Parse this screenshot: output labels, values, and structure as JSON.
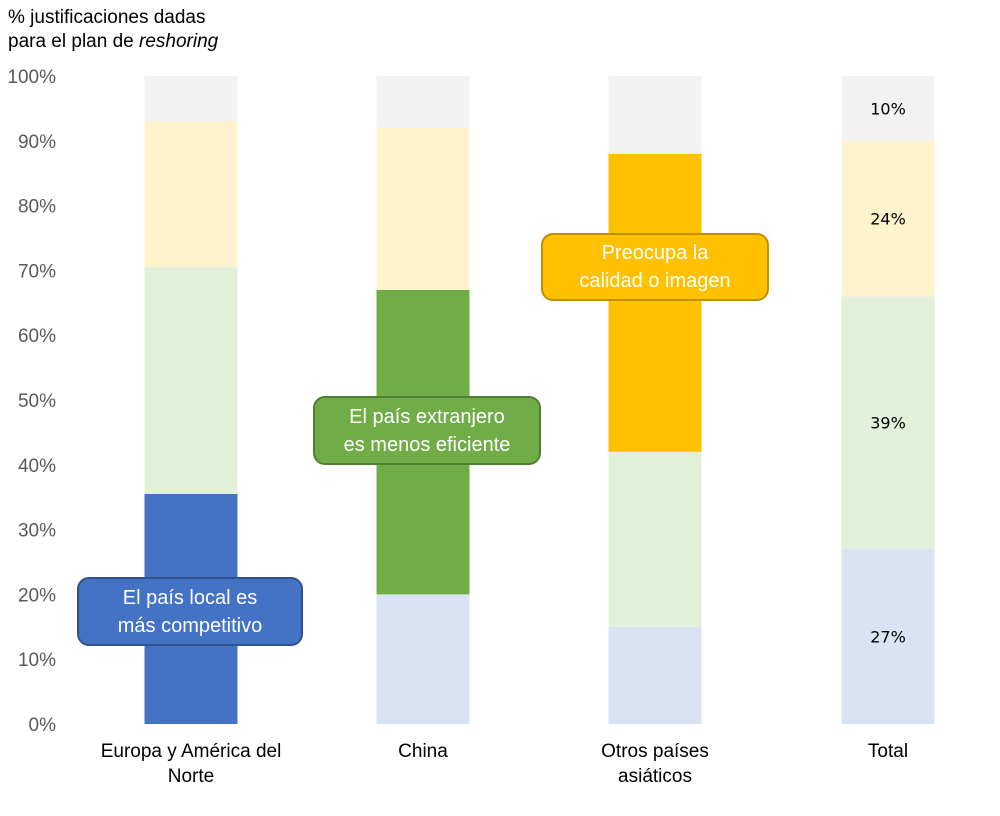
{
  "chart_data": {
    "type": "bar",
    "stacked": true,
    "ylabel_lines": [
      "% justificaciones dadas",
      "para el plan de "
    ],
    "ylabel_italic": "reshoring",
    "ylim": [
      0,
      100
    ],
    "yticks": [
      "0%",
      "10%",
      "20%",
      "30%",
      "40%",
      "50%",
      "60%",
      "70%",
      "80%",
      "90%",
      "100%"
    ],
    "grid": false,
    "categories": [
      [
        "Europa y América del",
        "Norte"
      ],
      [
        "China"
      ],
      [
        "Otros países",
        "asiáticos"
      ],
      [
        "Total"
      ]
    ],
    "series": [
      {
        "values": [
          35.5,
          20,
          15,
          27
        ],
        "colors": [
          "#4472C4",
          "#DAE3F3",
          "#DAE3F3",
          "#DAE3F3"
        ]
      },
      {
        "values": [
          35,
          47,
          27,
          39
        ],
        "colors": [
          "#E2F0D9",
          "#70AD47",
          "#E2F0D9",
          "#E2F0D9"
        ]
      },
      {
        "values": [
          22.5,
          25,
          46,
          24
        ],
        "colors": [
          "#FFF2CC",
          "#FFF2CC",
          "#FFC000",
          "#FFF2CC"
        ]
      },
      {
        "values": [
          7,
          8,
          12,
          10
        ],
        "colors": [
          "#F2F2F2",
          "#F2F2F2",
          "#F2F2F2",
          "#F2F2F2"
        ]
      }
    ],
    "data_labels": {
      "category_index": 3,
      "labels": [
        "27%",
        "39%",
        "24%",
        "10%"
      ]
    },
    "annotations": [
      {
        "key": "blue",
        "text": "El país local es más competitivo"
      },
      {
        "key": "green",
        "text": "El país extranjero es menos eficiente"
      },
      {
        "key": "gold",
        "text": "Preocupa la calidad o imagen"
      }
    ]
  },
  "callouts": {
    "blue": [
      "El país local es",
      "más competitivo"
    ],
    "green": [
      "El país extranjero",
      "es menos eficiente"
    ],
    "gold": [
      "Preocupa la",
      "calidad o imagen"
    ]
  }
}
